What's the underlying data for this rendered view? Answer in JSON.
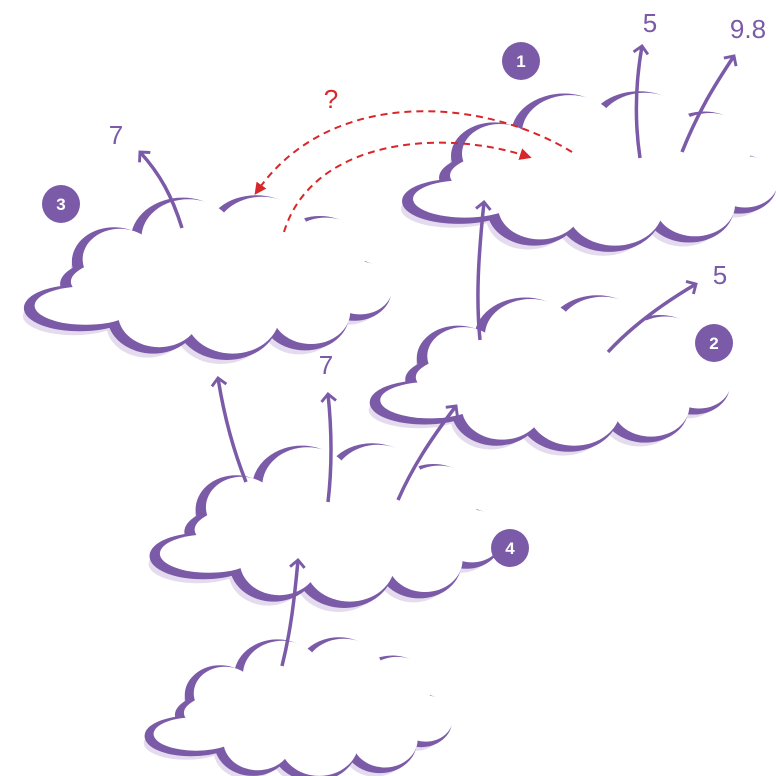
{
  "colors": {
    "primary": "#7b5ba8",
    "shadow": "#e4dcee",
    "accent": "#d9262b",
    "badge_text": "#ffffff"
  },
  "badges": {
    "b1": "1",
    "b2": "2",
    "b3": "3",
    "b4": "4"
  },
  "arrow_labels": {
    "c1_left": "5",
    "c1_right": "9.8",
    "c2_right": "5",
    "c3_top": "7",
    "c4_mid": "7"
  },
  "question_label": "?"
}
